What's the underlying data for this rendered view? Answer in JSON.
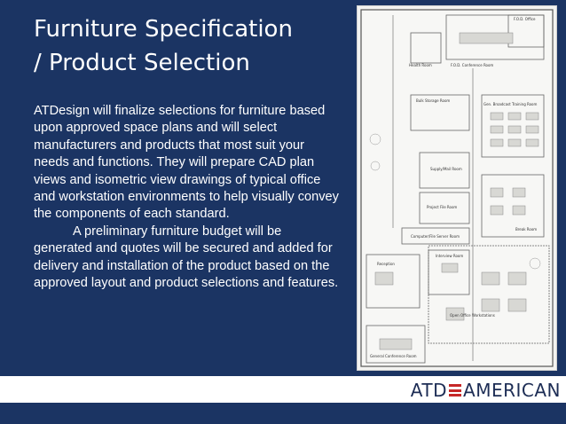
{
  "slide": {
    "title_line1": "Furniture Specification",
    "title_line2": "/ Product Selection",
    "paragraph1": "ATDesign will finalize selections for furniture based upon approved space plans and will select manufacturers and products that most suit your needs and functions. They will prepare CAD plan views and isometric view drawings of typical office and workstation environments to help visually convey the components of each standard.",
    "paragraph2": "A preliminary furniture budget will be generated and quotes will be secured and added for delivery and installation of the product based on the approved layout and product selections and features."
  },
  "floor_plan": {
    "rooms": {
      "fod_office": "F.O.D. Office",
      "health_room": "Health Room",
      "fod_conference": "F.O.D. Conference Room",
      "bulk_storage": "Bulk Storage Room",
      "broadcast_training": "Gen. Broadcast Training Room",
      "supply_mail": "Supply/Mail Room",
      "project_file": "Project File Room",
      "computer_server": "Computer/File Server Room",
      "break_room": "Break Room",
      "interview": "Interview Room",
      "reception": "Reception",
      "open_office": "Open Office Workstations",
      "general_conference": "General Conference Room"
    }
  },
  "footer": {
    "logo_left": "ATD",
    "logo_right": "AMERICAN"
  },
  "colors": {
    "background": "#1b3463",
    "accent": "#c62828"
  }
}
